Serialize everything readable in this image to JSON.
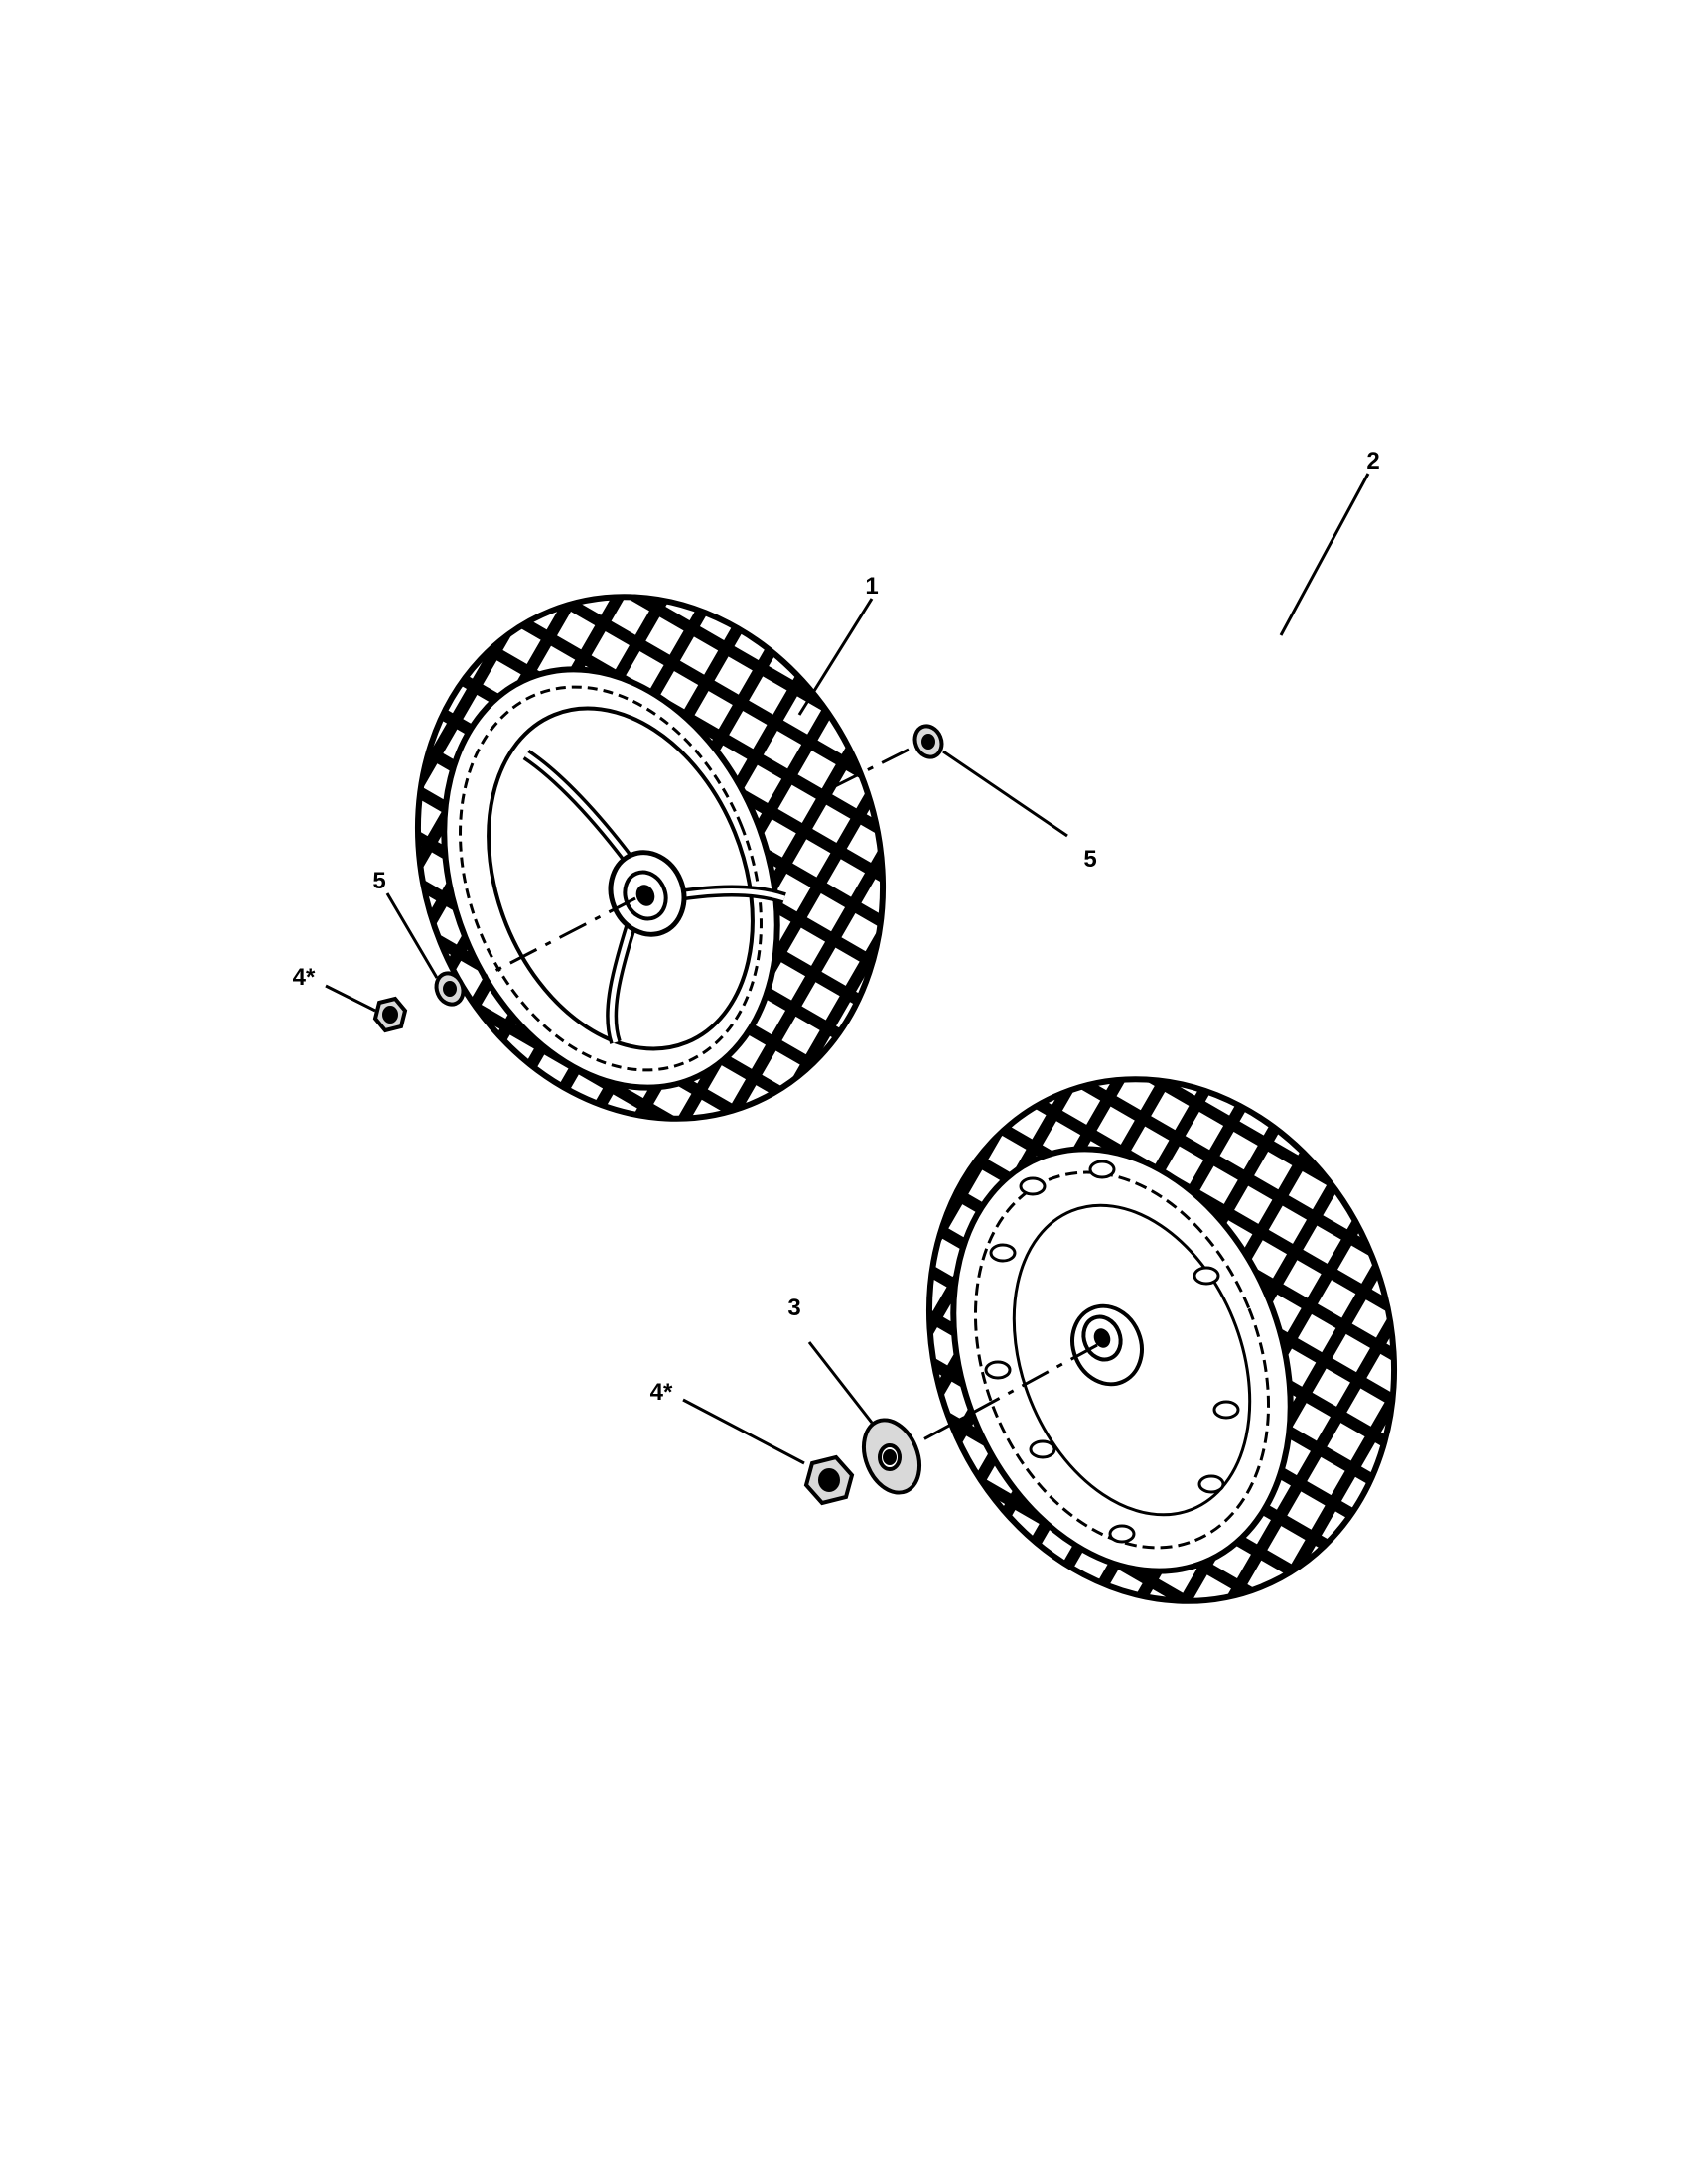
{
  "diagram": {
    "type": "exploded-parts-view",
    "colors": {
      "ink": "#000000",
      "paper": "#ffffff",
      "part_shade": "#d9d9d9"
    },
    "parts": [
      {
        "id": "wheel-1",
        "icon": "spoked-wheel-icon",
        "callout": "1"
      },
      {
        "id": "wheel-2",
        "icon": "disc-wheel-icon",
        "callout": "2"
      },
      {
        "id": "washer-3",
        "icon": "washer-icon",
        "callout": "3"
      },
      {
        "id": "nut-4-upper",
        "icon": "hex-nut-icon",
        "callout": "4*"
      },
      {
        "id": "nut-4-lower",
        "icon": "hex-nut-icon",
        "callout": "4*"
      },
      {
        "id": "washer-5-left",
        "icon": "washer-icon",
        "callout": "5"
      },
      {
        "id": "washer-5-right",
        "icon": "washer-icon",
        "callout": "5"
      }
    ]
  }
}
